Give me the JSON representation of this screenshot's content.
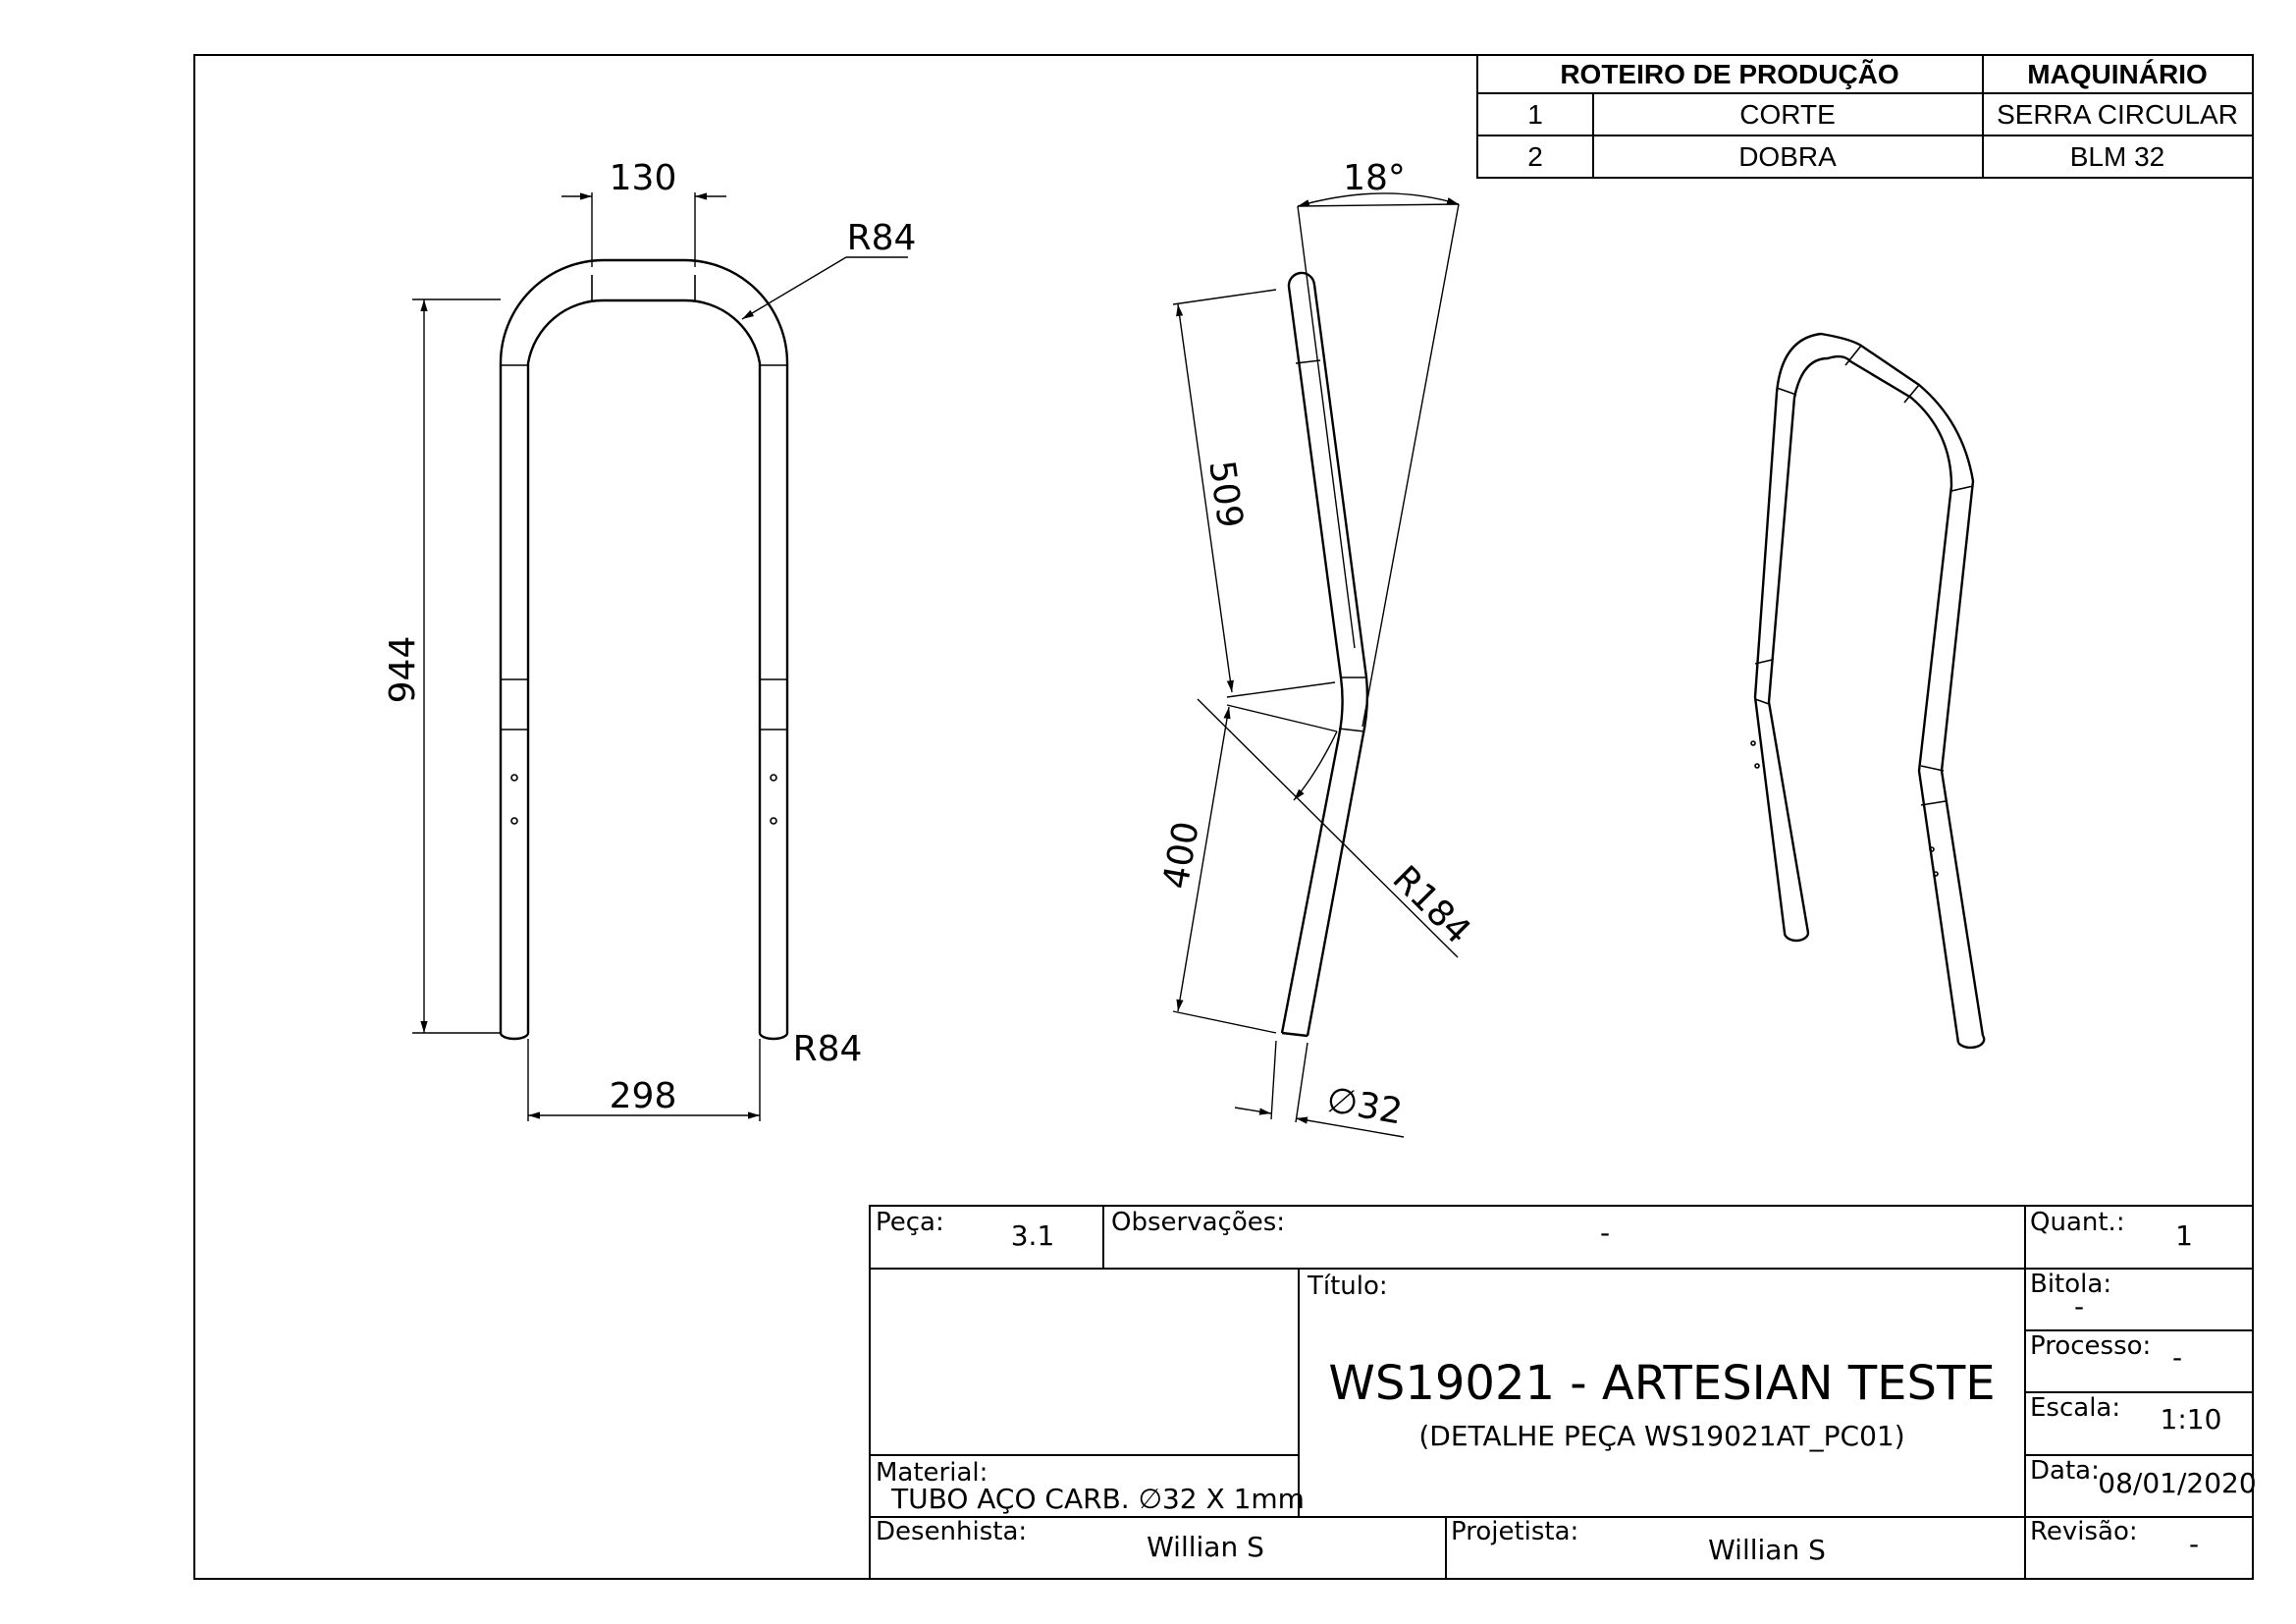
{
  "routing_table": {
    "header_process": "ROTEIRO DE PRODUÇÃO",
    "header_machine": "MAQUINÁRIO",
    "rows": [
      {
        "num": "1",
        "process": "CORTE",
        "machine": "SERRA CIRCULAR"
      },
      {
        "num": "2",
        "process": "DOBRA",
        "machine": "BLM 32"
      }
    ]
  },
  "dimensions": {
    "front_top_width": "130",
    "front_bend_radius_top": "R84",
    "front_height": "944",
    "front_bottom_width": "298",
    "front_bend_radius_bottom": "R84",
    "side_angle": "18°",
    "side_upper_length": "509",
    "side_lower_length": "400",
    "side_bend_radius": "R184",
    "side_diameter": "∅32"
  },
  "title_block": {
    "part_label": "Peça:",
    "part_value": "3.1",
    "notes_label": "Observações:",
    "notes_value": "-",
    "qty_label": "Quant.:",
    "qty_value": "1",
    "title_label": "Título:",
    "title": "WS19021 - ARTESIAN TESTE",
    "subtitle": "(DETALHE PEÇA WS19021AT_PC01)",
    "gauge_label": "Bitola:",
    "gauge_value": "-",
    "process_label": "Processo:",
    "process_value": "-",
    "scale_label": "Escala:",
    "scale_value": "1:10",
    "date_label": "Data:",
    "date_value": "08/01/2020",
    "material_label": "Material:",
    "material_value": "TUBO AÇO CARB. ∅32 X 1mm",
    "drafter_label": "Desenhista:",
    "drafter_value": "Willian S",
    "designer_label": "Projetista:",
    "designer_value": "Willian S",
    "revision_label": "Revisão:",
    "revision_value": "-"
  }
}
